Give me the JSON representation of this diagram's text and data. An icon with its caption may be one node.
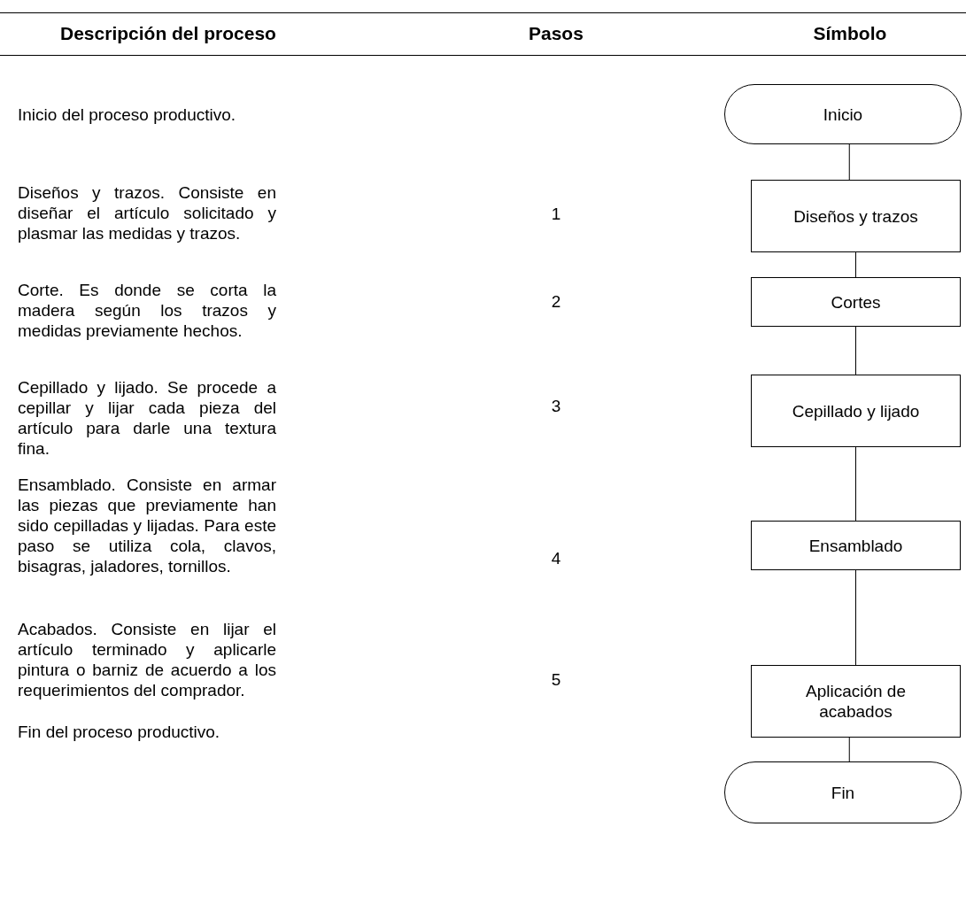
{
  "diagram": {
    "nodes": [
      {
        "text": [
          "Inicio"
        ]
      },
      {
        "text": [
          "Diseños y trazos"
        ]
      },
      {
        "text": [
          "Cortes"
        ]
      },
      {
        "text": [
          "Cepillado y lijado"
        ]
      },
      {
        "text": [
          "Ensamblado"
        ]
      },
      {
        "text": [
          "Aplicación de acabados"
        ]
      },
      {
        "text": [
          "Fin"
        ]
      }
    ],
    "edges": [
      {
        "from": 0,
        "to": 1,
        "arrow": "none"
      },
      {
        "from": 1,
        "to": 2,
        "arrow": "none"
      },
      {
        "from": 2,
        "to": 3,
        "arrow": "none"
      },
      {
        "from": 3,
        "to": 4,
        "arrow": "none"
      },
      {
        "from": 4,
        "to": 5,
        "arrow": "none"
      },
      {
        "from": 5,
        "to": 6,
        "arrow": "none"
      }
    ],
    "labels": [
      "Descripción del proceso",
      "Pasos",
      "Símbolo",
      "Inicio del proceso productivo.",
      "Diseños y trazos. Consiste en diseñar el artículo solicitado y plasmar las medidas y trazos.",
      "1",
      "Corte. Es donde se corta la madera según los trazos y medidas previamente hechos.",
      "2",
      "Cepillado y lijado. Se procede a cepillar y lijar cada pieza del artículo para darle una textura fina.",
      "3",
      "Ensamblado. Consiste en armar las piezas que previamente han sido cepilladas y lijadas. Para este paso se utiliza cola, clavos, bisagras, jaladores, tornillos.",
      "4",
      "Acabados. Consiste en lijar el artículo terminado y aplicarle pintura o barniz de acuerdo a los requerimientos del comprador.",
      "5",
      "Fin del proceso productivo."
    ]
  }
}
